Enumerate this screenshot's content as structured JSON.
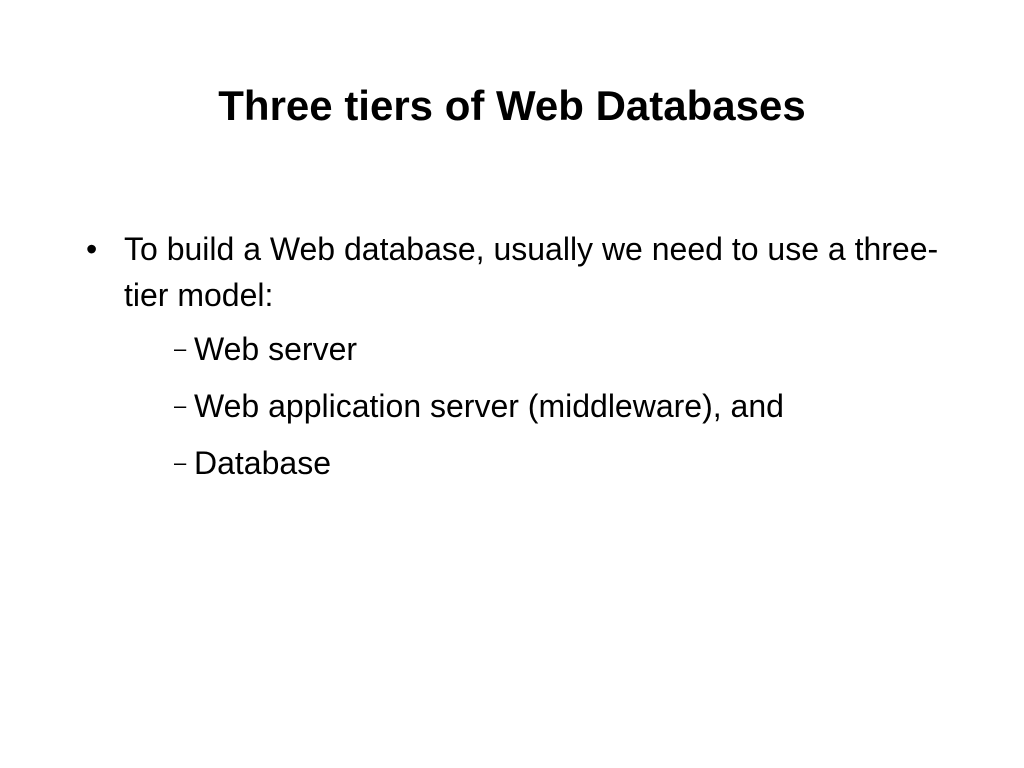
{
  "slide": {
    "title": "Three tiers of Web Databases",
    "bullet_marker": "•",
    "sub_marker": "–",
    "bullets": [
      {
        "text": "To build a Web database, usually we need  to use a three-tier model:",
        "sub_items": [
          "Web server",
          "Web application server (middleware), and",
          "Database"
        ]
      }
    ]
  }
}
